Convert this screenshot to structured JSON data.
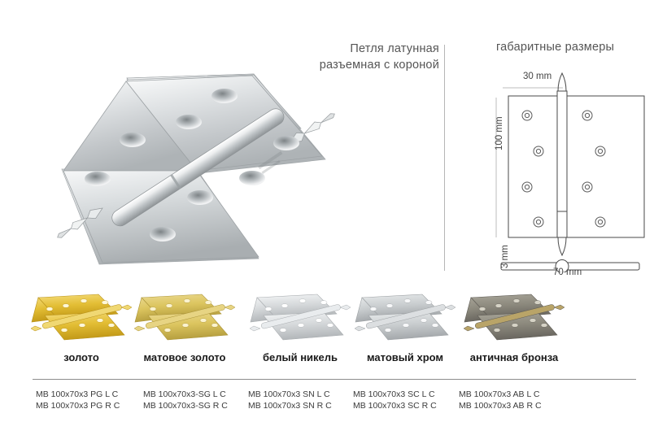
{
  "headings": {
    "product_title_line1": "Петля латунная",
    "product_title_line2": "разъемная с короной",
    "dimensions_title": "габаритные размеры"
  },
  "drawing": {
    "width_label": "30 mm",
    "height_label": "100 mm",
    "thickness_label": "3 mm",
    "total_width_label": "70 mm",
    "hole_count": 8
  },
  "finishes": [
    {
      "key": "gold",
      "label": "золото",
      "plate_color": "#e8c23a",
      "plate_shadow": "#c49a1c",
      "pin_color": "#f2d86a",
      "code_left": "MB 100x70x3 PG L C",
      "code_right": "MB 100x70x3 PG R C"
    },
    {
      "key": "matte-gold",
      "label": "матовое золото",
      "plate_color": "#ddc45f",
      "plate_shadow": "#bba23e",
      "pin_color": "#e7d483",
      "code_left": "MB 100x70x3-SG L C",
      "code_right": "MB 100x70x3-SG R C"
    },
    {
      "key": "white-nickel",
      "label": "белый никель",
      "plate_color": "#d5d8da",
      "plate_shadow": "#b0b4b7",
      "pin_color": "#e6e9ea",
      "code_left": "MB 100x70x3 SN L C",
      "code_right": "MB 100x70x3 SN R C"
    },
    {
      "key": "matte-chrome",
      "label": "матовый хром",
      "plate_color": "#c9ccce",
      "plate_shadow": "#a6aaad",
      "pin_color": "#dcdfe1",
      "code_left": "MB 100x70x3 SC L C",
      "code_right": "MB 100x70x3 SC R C"
    },
    {
      "key": "antique-bronze",
      "label": "античная бронза",
      "plate_color": "#8d8a7e",
      "plate_shadow": "#6e6b60",
      "pin_color": "#b9a468",
      "code_left": "MB 100x70x3 AB L C",
      "code_right": "MB 100x70x3 AB R C"
    }
  ],
  "colors": {
    "text": "#3a3a3a",
    "heading": "#555555",
    "rule": "#8d8d8d",
    "drawing_line": "#4a4a4a",
    "photo_metal_light": "#f2f3f4",
    "photo_metal_mid": "#c8cbcd",
    "photo_metal_dark": "#9aa0a3"
  }
}
